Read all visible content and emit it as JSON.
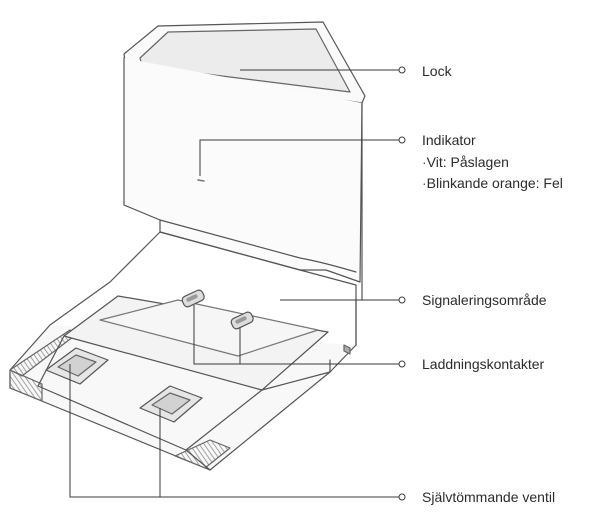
{
  "labels": {
    "lid": "Lock",
    "indicator": "Indikator",
    "indicator_white": "Vit: Påslagen",
    "indicator_orange": "Blinkande orange: Fel",
    "signal_area": "Signaleringsområde",
    "charging_contacts": "Laddningskontakter",
    "self_empty_valve": "Självtömmande ventil"
  },
  "colors": {
    "line": "#3a3a3a",
    "outline": "#555555",
    "text": "#2b2b2b",
    "hatch": "#9a9a9a"
  }
}
